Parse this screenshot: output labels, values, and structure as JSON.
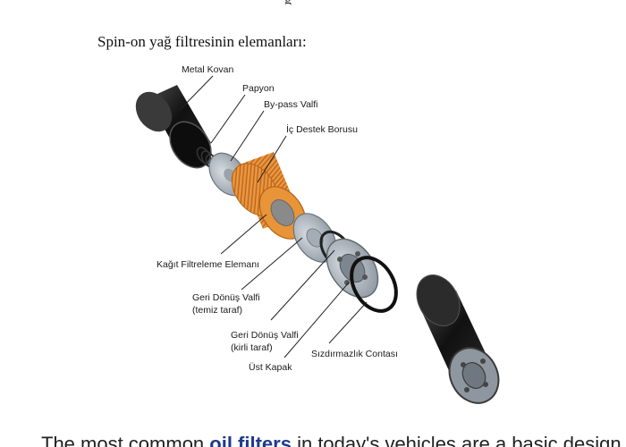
{
  "top_fragment": "g",
  "title": "Spin-on yağ filtresinin elemanları:",
  "labels": {
    "metal_kovan": "Metal Kovan",
    "papyon": "Papyon",
    "bypass_valfi": "By-pass Valfi",
    "ic_destek_borusu": "İç Destek Borusu",
    "kagit_filtreleme": "Kağıt Filtreleme Elemanı",
    "geri_donus_temiz_1": "Geri Dönüş Valfi",
    "geri_donus_temiz_2": "(temiz taraf)",
    "geri_donus_kirli_1": "Geri Dönüş Valfi",
    "geri_donus_kirli_2": "(kirli taraf)",
    "ust_kapak": "Üst Kapak",
    "sizdirmazlik": "Sızdırmazlık Contası"
  },
  "footer": {
    "before": "The most common ",
    "link": "oil filters",
    "after": " in today's vehicles are a basic design"
  }
}
